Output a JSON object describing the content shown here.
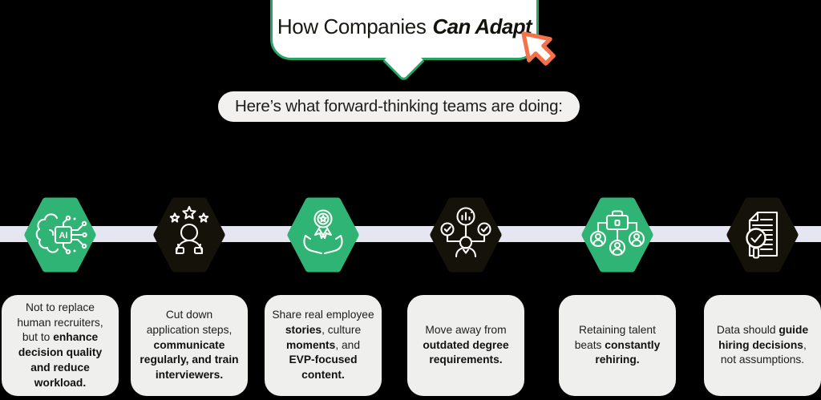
{
  "colors": {
    "green": "#2fb475",
    "dark": "#15120a",
    "timeline_bar": "#e6e5f2",
    "card_bg": "#efefee",
    "pill_bg": "#f2f1f0",
    "bubble_border": "#27a567",
    "cursor_orange": "#f4714a",
    "text_dark": "#1d1d1b",
    "icon_stroke": "#fcfcf9",
    "background": "#000000"
  },
  "bubble": {
    "title_regular": "How Companies",
    "title_emphasis": "Can Adapt"
  },
  "subtitle": "Here’s what forward-thinking teams are doing:",
  "steps": [
    {
      "icon": "ai-brain-icon",
      "variant": "green",
      "card": {
        "segments": [
          {
            "text": "Not to replace human recruiters, but to ",
            "bold": false
          },
          {
            "text": "enhance decision quality and reduce workload.",
            "bold": true
          }
        ]
      }
    },
    {
      "icon": "person-stars-icon",
      "variant": "dark",
      "card": {
        "segments": [
          {
            "text": "Cut down application steps, ",
            "bold": false
          },
          {
            "text": "communicate regularly, and train interviewers.",
            "bold": true
          }
        ]
      }
    },
    {
      "icon": "hands-badge-icon",
      "variant": "green",
      "card": {
        "segments": [
          {
            "text": "Share real employee ",
            "bold": false
          },
          {
            "text": "stories",
            "bold": true
          },
          {
            "text": ", culture ",
            "bold": false
          },
          {
            "text": "moments",
            "bold": true
          },
          {
            "text": ", and ",
            "bold": false
          },
          {
            "text": "EVP-focused content.",
            "bold": true
          }
        ]
      }
    },
    {
      "icon": "person-options-icon",
      "variant": "dark",
      "card": {
        "segments": [
          {
            "text": "Move away from ",
            "bold": false
          },
          {
            "text": "outdated degree requirements.",
            "bold": true
          }
        ]
      }
    },
    {
      "icon": "briefcase-orgchart-icon",
      "variant": "green",
      "card": {
        "segments": [
          {
            "text": "Retaining talent beats ",
            "bold": false
          },
          {
            "text": "constantly rehiring.",
            "bold": true
          }
        ]
      }
    },
    {
      "icon": "document-search-icon",
      "variant": "dark",
      "card": {
        "segments": [
          {
            "text": "Data should ",
            "bold": false
          },
          {
            "text": "guide hiring decisions",
            "bold": true
          },
          {
            "text": ", not assumptions.",
            "bold": false
          }
        ]
      }
    }
  ]
}
